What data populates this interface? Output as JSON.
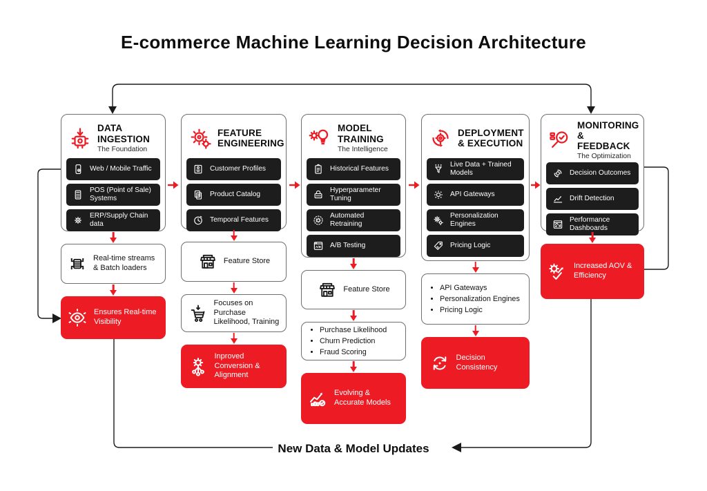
{
  "title": "E-commerce Machine Learning Decision Architecture",
  "bottom_label": "New Data & Model Updates",
  "colors": {
    "accent": "#ED1C24",
    "dark": "#1D1D1D"
  },
  "columns": [
    {
      "id": "data-ingestion",
      "icon": "data-ingestion-icon",
      "title": "DATA\nINGESTION",
      "subtitle": "The Foundation",
      "items": [
        {
          "icon": "smartphone-icon",
          "label": "Web / Mobile Traffic"
        },
        {
          "icon": "pos-terminal-icon",
          "label": "POS (Point of Sale) Systems"
        },
        {
          "icon": "erp-gear-icon",
          "label": "ERP/Supply Chain data"
        }
      ],
      "flow": [
        {
          "kind": "box",
          "icon": "data-streams-icon",
          "label": "Real-time streams & Batch loaders"
        },
        {
          "kind": "highlight",
          "icon": "realtime-visibility-icon",
          "label": "Ensures Real-time Visibility"
        }
      ]
    },
    {
      "id": "feature-engineering",
      "icon": "feature-engineering-icon",
      "title": "FEATURE\nENGINEERING",
      "subtitle": "",
      "items": [
        {
          "icon": "customer-profile-icon",
          "label": "Customer Profiles"
        },
        {
          "icon": "product-catalog-icon",
          "label": "Product Catalog"
        },
        {
          "icon": "temporal-features-icon",
          "label": "Temporal Features"
        }
      ],
      "flow": [
        {
          "kind": "box",
          "icon": "feature-store-icon",
          "label": "Feature Store"
        },
        {
          "kind": "box",
          "icon": "purchase-cart-icon",
          "label": "Focuses on Purchase Likelihood, Training"
        },
        {
          "kind": "highlight",
          "icon": "improved-conversion-icon",
          "label": "Inproved Conversion & Alignment"
        }
      ]
    },
    {
      "id": "model-training",
      "icon": "model-training-icon",
      "title": "MODEL\nTRAINING",
      "subtitle": "The Intelligence",
      "items": [
        {
          "icon": "historical-features-icon",
          "label": "Historical Features"
        },
        {
          "icon": "hyperparameter-icon",
          "label": "Hyperparameter Tuning"
        },
        {
          "icon": "retraining-gear-icon",
          "label": "Automated Retraining"
        },
        {
          "icon": "ab-testing-icon",
          "label": "A/B Testing"
        }
      ],
      "flow": [
        {
          "kind": "box",
          "icon": "feature-store-icon",
          "label": "Feature Store"
        },
        {
          "kind": "bullets",
          "items": [
            "Purchase Likelihood",
            "Churn Prediction",
            "Fraud Scoring"
          ]
        },
        {
          "kind": "highlight",
          "icon": "evolving-models-icon",
          "label": "Evolving & Accurate Models"
        }
      ]
    },
    {
      "id": "deployment-execution",
      "icon": "deployment-icon",
      "title": "DEPLOYMENT\n& EXECUTION",
      "subtitle": "",
      "items": [
        {
          "icon": "live-data-icon",
          "label": "Live Data + Trained Models"
        },
        {
          "icon": "api-gateway-icon",
          "label": "API Gateways"
        },
        {
          "icon": "personalization-icon",
          "label": "Personalization Engines"
        },
        {
          "icon": "pricing-tag-icon",
          "label": "Pricing Logic"
        }
      ],
      "flow": [
        {
          "kind": "bullets",
          "items": [
            "API Gateways",
            "Personalization Engines",
            "Pricing Logic"
          ]
        },
        {
          "kind": "highlight",
          "icon": "decision-consistency-icon",
          "label": "Decision Consistency"
        }
      ]
    },
    {
      "id": "monitoring-feedback",
      "icon": "monitoring-icon",
      "title": "MONITORING\n& FEEDBACK",
      "subtitle": "The Optimization",
      "items": [
        {
          "icon": "decision-outcomes-icon",
          "label": "Decision Outcomes"
        },
        {
          "icon": "drift-detection-icon",
          "label": "Drift Detection"
        },
        {
          "icon": "dashboard-icon",
          "label": "Performance Dashboards"
        }
      ],
      "flow": [
        {
          "kind": "highlight",
          "icon": "increased-aov-icon",
          "label": "Increased AOV & Efficiency"
        }
      ]
    }
  ]
}
